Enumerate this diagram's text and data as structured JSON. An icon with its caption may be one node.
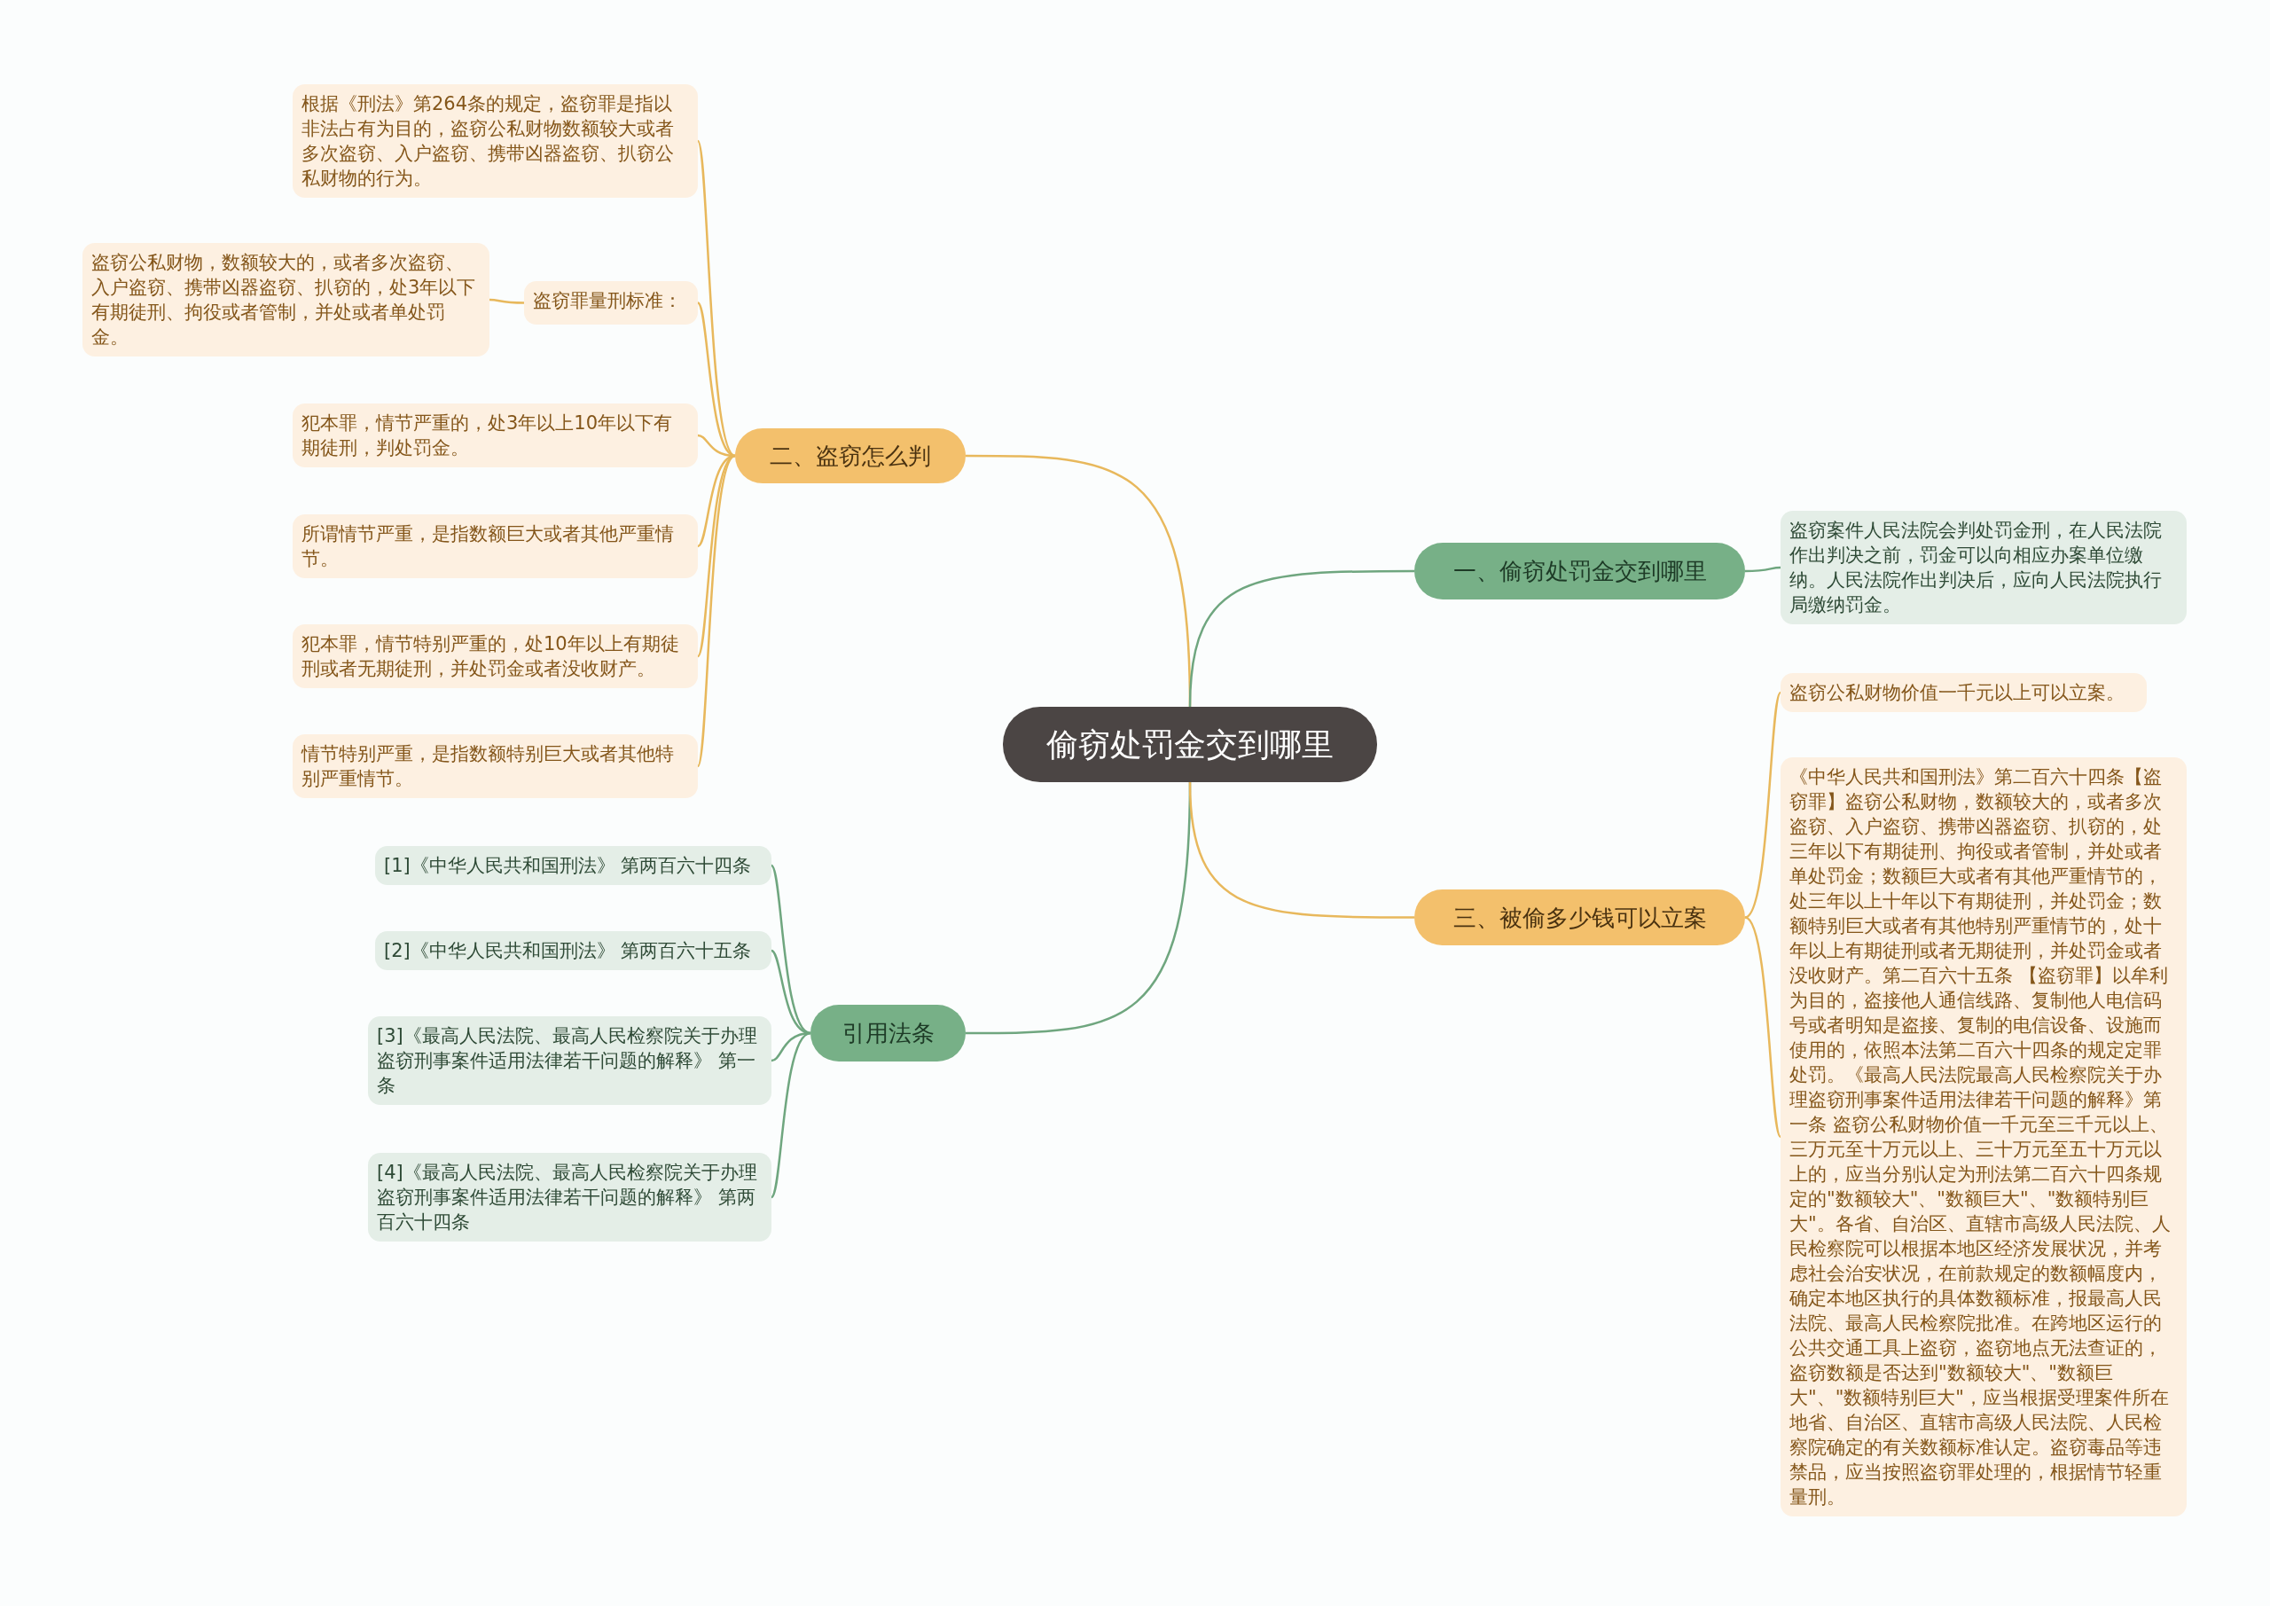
{
  "diagram": {
    "nodes": [
      {
        "text": [
          "偷窃处罚金交到哪里"
        ]
      },
      {
        "text": [
          "二、盗窃怎么判"
        ]
      },
      {
        "text": [
          "根据《刑法》第264条的规定，盗窃罪是指以非法占有为目的，盗窃公私财物数额较大或者多次盗窃、入户盗窃、携带凶器盗窃、扒窃公私财物的行为。"
        ]
      },
      {
        "text": [
          "盗窃罪量刑标准："
        ]
      },
      {
        "text": [
          "盗窃公私财物，数额较大的，或者多次盗窃、入户盗窃、携带凶器盗窃、扒窃的，处3年以下有期徒刑、拘役或者管制，并处或者单处罚金。"
        ]
      },
      {
        "text": [
          "犯本罪，情节严重的，处3年以上10年以下有期徒刑，判处罚金。"
        ]
      },
      {
        "text": [
          "所谓情节严重，是指数额巨大或者其他严重情节。"
        ]
      },
      {
        "text": [
          "犯本罪，情节特别严重的，处10年以上有期徒刑或者无期徒刑，并处罚金或者没收财产。"
        ]
      },
      {
        "text": [
          "情节特别严重，是指数额特别巨大或者其他特别严重情节。"
        ]
      },
      {
        "text": [
          "引用法条"
        ]
      },
      {
        "text": [
          "[1]《中华人民共和国刑法》 第两百六十四条"
        ]
      },
      {
        "text": [
          "[2]《中华人民共和国刑法》 第两百六十五条"
        ]
      },
      {
        "text": [
          "[3]《最高人民法院、最高人民检察院关于办理盗窃刑事案件适用法律若干问题的解释》 第一条"
        ]
      },
      {
        "text": [
          "[4]《最高人民法院、最高人民检察院关于办理盗窃刑事案件适用法律若干问题的解释》 第两百六十四条"
        ]
      },
      {
        "text": [
          "一、偷窃处罚金交到哪里"
        ]
      },
      {
        "text": [
          "盗窃案件人民法院会判处罚金刑，在人民法院作出判决之前，罚金可以向相应办案单位缴纳。人民法院作出判决后，应向人民法院执行局缴纳罚金。"
        ]
      },
      {
        "text": [
          "三、被偷多少钱可以立案"
        ]
      },
      {
        "text": [
          "盗窃公私财物价值一千元以上可以立案。"
        ]
      },
      {
        "text": [
          "《中华人民共和国刑法》第二百六十四条【盗窃罪】盗窃公私财物，数额较大的，或者多次盗窃、入户盗窃、携带凶器盗窃、扒窃的，处三年以下有期徒刑、拘役或者管制，并处或者单处罚金；数额巨大或者有其他严重情节的，处三年以上十年以下有期徒刑，并处罚金；数额特别巨大或者有其他特别严重情节的，处十年以上有期徒刑或者无期徒刑，并处罚金或者没收财产。第二百六十五条 【盗窃罪】以牟利为目的，盗接他人通信线路、复制他人电信码号或者明知是盗接、复制的电信设备、设施而使用的，依照本法第二百六十四条的规定定罪处罚。《最高人民法院最高人民检察院关于办理盗窃刑事案件适用法律若干问题的解释》第一条 盗窃公私财物价值一千元至三千元以上、三万元至十万元以上、三十万元至五十万元以上的，应当分别认定为刑法第二百六十四条规定的\"数额较大\"、\"数额巨大\"、\"数额特别巨大\"。各省、自治区、直辖市高级人民法院、人民检察院可以根据本地区经济发展状况，并考虑社会治安状况，在前款规定的数额幅度内，确定本地区执行的具体数额标准，报最高人民法院、最高人民检察院批准。在跨地区运行的公共交通工具上盗窃，盗窃地点无法查证的，盗窃数额是否达到\"数额较大\"、\"数额巨大\"、\"数额特别巨大\"，应当根据受理案件所在地省、自治区、直辖市高级人民法院、人民检察院确定的有关数额标准认定。盗窃毒品等违禁品，应当按照盗窃罪处理的，根据情节轻重量刑。"
        ]
      }
    ],
    "edges": [
      {
        "from": 0,
        "to": 1,
        "arrow": "none"
      },
      {
        "from": 1,
        "to": 2,
        "arrow": "none"
      },
      {
        "from": 1,
        "to": 3,
        "arrow": "none"
      },
      {
        "from": 3,
        "to": 4,
        "arrow": "none"
      },
      {
        "from": 1,
        "to": 5,
        "arrow": "none"
      },
      {
        "from": 1,
        "to": 6,
        "arrow": "none"
      },
      {
        "from": 1,
        "to": 7,
        "arrow": "none"
      },
      {
        "from": 1,
        "to": 8,
        "arrow": "none"
      },
      {
        "from": 0,
        "to": 9,
        "arrow": "none",
        "color": "#6fa67f"
      },
      {
        "from": 9,
        "to": 10,
        "arrow": "none",
        "color": "#6fa67f"
      },
      {
        "from": 9,
        "to": 11,
        "arrow": "none",
        "color": "#6fa67f"
      },
      {
        "from": 9,
        "to": 12,
        "arrow": "none",
        "color": "#6fa67f"
      },
      {
        "from": 9,
        "to": 13,
        "arrow": "none",
        "color": "#6fa67f"
      },
      {
        "from": 0,
        "to": 14,
        "arrow": "none",
        "color": "#6fa67f"
      },
      {
        "from": 14,
        "to": 15,
        "arrow": "none",
        "color": "#6fa67f"
      },
      {
        "from": 0,
        "to": 16,
        "arrow": "none"
      },
      {
        "from": 16,
        "to": 17,
        "arrow": "none"
      },
      {
        "from": 16,
        "to": 18,
        "arrow": "none"
      }
    ]
  }
}
